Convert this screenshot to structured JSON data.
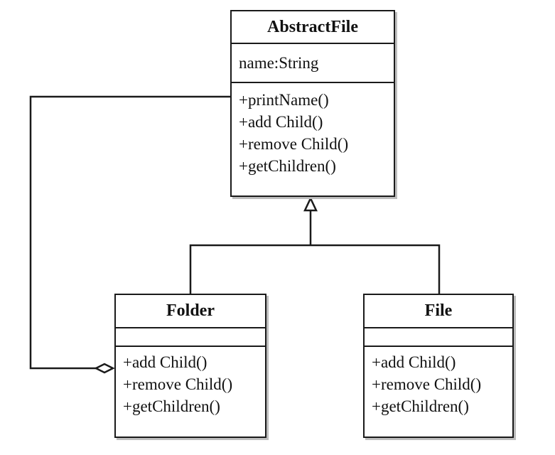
{
  "diagram": {
    "type": "uml-class-diagram",
    "classes": [
      {
        "id": "abstract-file",
        "name": "AbstractFile",
        "attributes": [
          "name:String"
        ],
        "operations": [
          "+printName()",
          "+add Child()",
          "+remove Child()",
          "+getChildren()"
        ]
      },
      {
        "id": "folder",
        "name": "Folder",
        "attributes": [],
        "operations": [
          "+add Child()",
          "+remove Child()",
          "+getChildren()"
        ]
      },
      {
        "id": "file",
        "name": "File",
        "attributes": [],
        "operations": [
          "+add Child()",
          "+remove Child()",
          "+getChildren()"
        ]
      }
    ],
    "relationships": [
      {
        "type": "generalization",
        "from": "Folder",
        "to": "AbstractFile"
      },
      {
        "type": "generalization",
        "from": "File",
        "to": "AbstractFile"
      },
      {
        "type": "aggregation",
        "whole": "Folder",
        "part": "AbstractFile"
      }
    ],
    "colors": {
      "line": "#1a1a1a",
      "background": "#ffffff",
      "shadow": "#bdbdbd"
    }
  }
}
